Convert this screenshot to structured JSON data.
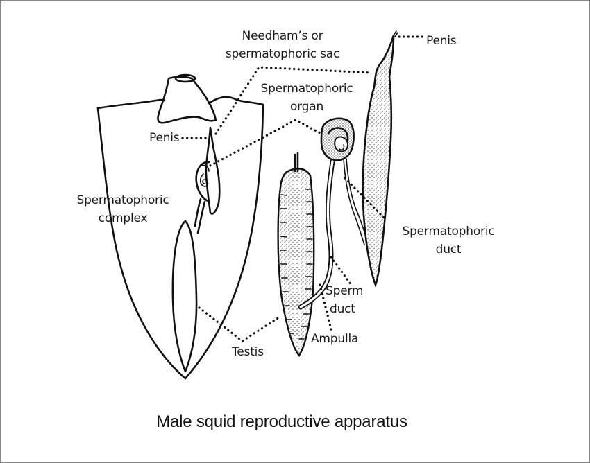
{
  "figure": {
    "caption": "Male squid reproductive apparatus",
    "frame_border_color": "#8a8a8a",
    "background_color": "#ffffff",
    "ink_color": "#111111"
  },
  "labels": {
    "needhams_sac": {
      "line1": "Needham’s or",
      "line2": "spermatophoric sac"
    },
    "penis_right": "Penis",
    "spermatophoric_organ": {
      "line1": "Spermatophoric",
      "line2": "organ"
    },
    "penis_left": "Penis",
    "spermatophoric_complex": {
      "line1": "Spermatophoric",
      "line2": "complex"
    },
    "spermatophoric_duct": {
      "line1": "Spermatophoric",
      "line2": "duct"
    },
    "sperm_duct": {
      "line1": "Sperm",
      "line2": "duct"
    },
    "ampulla": "Ampulla",
    "testis": "Testis"
  },
  "structures": [
    "mantle-body-outline",
    "head-cap",
    "penis-small",
    "spermatophoric-complex-small",
    "testis-small",
    "testis-large",
    "spermatophoric-organ-coil",
    "sperm-duct-tube",
    "spermatophoric-duct-tube",
    "needhams-sac-elongated"
  ]
}
